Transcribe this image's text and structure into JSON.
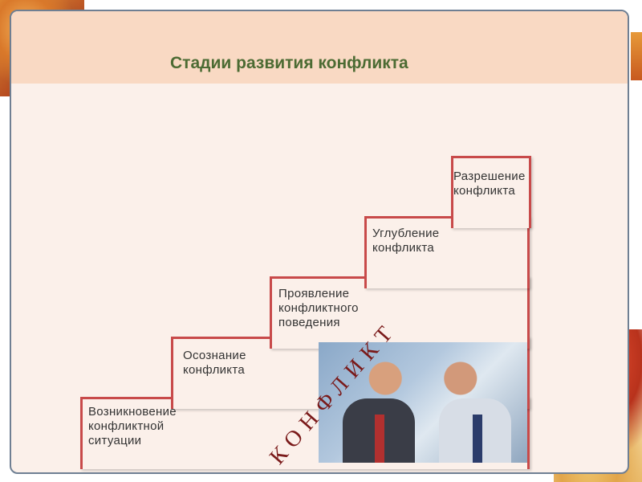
{
  "slide": {
    "title": "Стадии развития конфликта",
    "steps": [
      {
        "label": "Возникновение конфликтной ситуации"
      },
      {
        "label": "Осознание конфликта"
      },
      {
        "label": "Проявление конфликтного поведения"
      },
      {
        "label": "Углубление конфликта"
      },
      {
        "label": "Разрешение конфликта"
      }
    ],
    "overlay_text": "КОНФЛИКТ"
  },
  "colors": {
    "title": "#4c6b33",
    "step_border": "#c84a4a",
    "title_band": "#f9d9c3",
    "slide_bg": "#fbf0ea",
    "overlay_text": "#7a1a1a"
  }
}
